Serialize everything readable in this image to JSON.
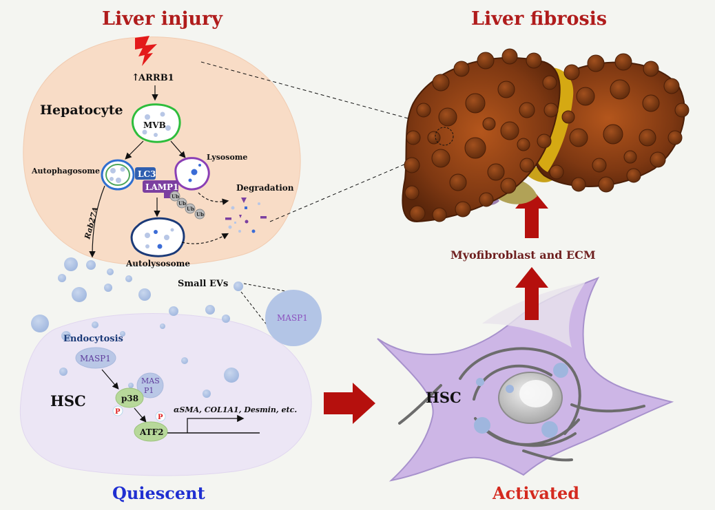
{
  "titles": {
    "injury": "Liver injury",
    "fibrosis": "Liver fibrosis",
    "quiescent": "Quiescent",
    "activated": "Activated"
  },
  "hepatocyte": {
    "cell_label": "Hepatocyte",
    "arrb1": "ARRB1",
    "mvb": "MVB",
    "autophagosome": "Autophagosome",
    "lysosome": "Lysosome",
    "lc3": "LC3",
    "lamp1": "LAMP1",
    "ub": "Ub",
    "degradation": "Degradation",
    "rab27a": "Rab27A",
    "autolysosome": "Autolysosome"
  },
  "evs": {
    "small_evs": "Small EVs",
    "masp1": "MASP1"
  },
  "hsc_quiescent": {
    "label": "HSC",
    "endocytosis": "Endocytosis",
    "masp1": "MASP1",
    "masp1_bound_line1": "MAS",
    "masp1_bound_line2": "P1",
    "p38": "p38",
    "atf2": "ATF2",
    "phospho": "P",
    "genes": "αSMA, COL1A1, Desmin, etc."
  },
  "hsc_activated": {
    "label": "HSC",
    "product": "Myofibroblast and ECM"
  },
  "colors": {
    "title_red": "#b01c1c",
    "quiescent_blue": "#1f2fd1",
    "activated_red": "#d42a1f",
    "hepatocyte_fill": "#f8dcc6",
    "hsc_fill": "#ece6f5",
    "liver_brown": "#7e3812",
    "arrow_red": "#b5100d",
    "lc3_blue": "#2f5fb0",
    "lamp1_purple": "#7b3fa0"
  }
}
